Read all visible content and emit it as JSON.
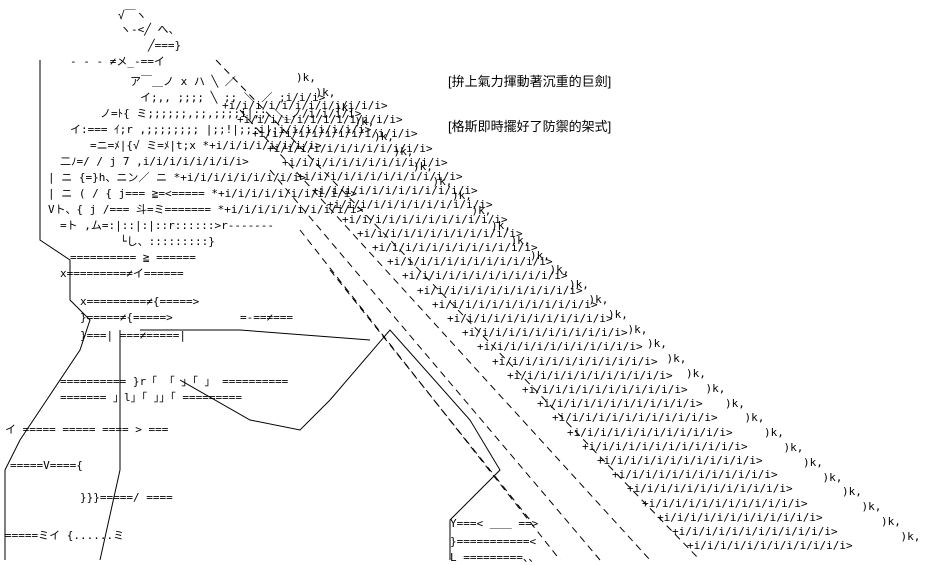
{
  "captions": {
    "line1": "[拚上氣力揮動著沉重的巨劍]",
    "line2": "[格斯即時擺好了防禦的架式]"
  },
  "art": {
    "sword_glyph": "+i/i/i/i/i/i/i/i/i/i/i/i>",
    "sword_end": ")k,",
    "figure_lines": [
      "√￣ヽ",
      "ヽ-<╱ へ、",
      "╱===}",
      "- - - ≠メ_-==イ",
      "ア￣＿ノ x ハ ╲ ／",
      "イ;,, ;;;; ╲ ;; ＼ ／ ;i/i/i>",
      "ノ=ﾄ{ ミ;;;;;;,;;,;;;;i|;; ＼_ノ/i/i/i/i>",
      "イ:=== ｲ;r ,;;;;;;;; |;;!|;;;i|;i/i/i/i/i/i/i>",
      "=ニ=ﾒ|{√ ミ=ﾒ|t;x *+i/i/i/i/i/i/i/i>",
      "二ﾉ=/ / j 7 ,i/i/i/i/i/i/i/i>",
      "| ニ {=}h、ニン／ ニ *+i/i/i/i/i/i/i/i/i>",
      "| ニ ( / { j=== ≧=<===== *+i/i/i/i/i/i/i/i/i/i>",
      "Vト、{ j /=== 斗=ミ======= *+i/i/i/i/i/i/i/i/i/i>",
      "=ト ,ム=:|::|:|::r::::::>r-------",
      "└し、:::::::::}",
      "========== ≧ ======",
      "x=========≠イ======",
      "x=========≠{=====>",
      "}=====≠{=====>",
      "=-==≠===",
      "}===| ===≠=====|",
      "========== }r「 「 」「 」 ==========",
      "======= 」l」「 」」「 =========",
      "イ ===== ===== ==== > ===",
      "=====V===={",
      "}}}=====/ ====",
      "=====ミイ {......ミ",
      "Y===< ＿＿ ==>",
      "}===========<",
      "L =========、、"
    ]
  }
}
